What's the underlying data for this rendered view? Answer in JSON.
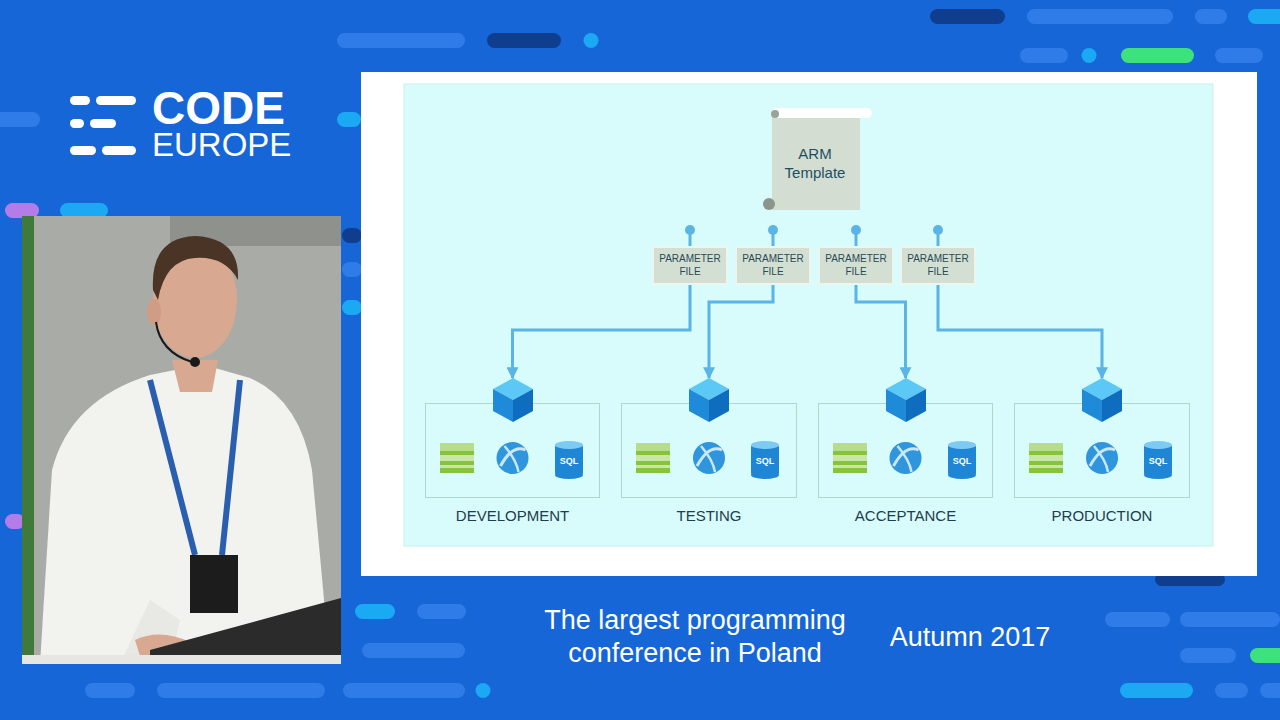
{
  "diagram": {
    "nodes": [
      {
        "text": [
          "ARM Template"
        ]
      },
      {
        "text": [
          "PARAMETER FILE"
        ]
      },
      {
        "text": [
          "PARAMETER FILE"
        ]
      },
      {
        "text": [
          "PARAMETER FILE"
        ]
      },
      {
        "text": [
          "PARAMETER FILE"
        ]
      },
      {
        "text": [
          "DEVELOPMENT"
        ]
      },
      {
        "text": [
          "TESTING"
        ]
      },
      {
        "text": [
          "ACCEPTANCE"
        ]
      },
      {
        "text": [
          "PRODUCTION"
        ]
      }
    ],
    "edges": [
      {
        "from": 1,
        "to": 5,
        "arrow": "to"
      },
      {
        "from": 2,
        "to": 6,
        "arrow": "to"
      },
      {
        "from": 3,
        "to": 7,
        "arrow": "to"
      },
      {
        "from": 4,
        "to": 8,
        "arrow": "to"
      }
    ],
    "labels": [
      "CODE",
      "EUROPE",
      "SQL",
      "SQL",
      "SQL",
      "SQL",
      "The largest programming conference in Poland",
      "Autumn 2017"
    ]
  }
}
